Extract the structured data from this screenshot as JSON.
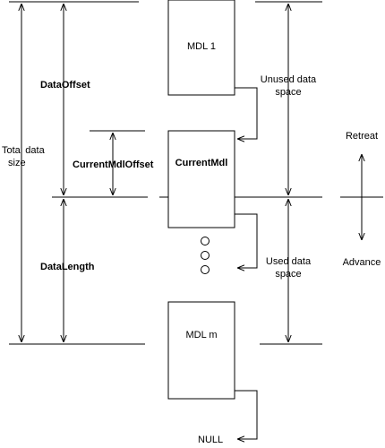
{
  "labels": {
    "data_offset": "DataOffset",
    "current_mdl_offset": "CurrentMdlOffset",
    "data_length": "DataLength",
    "total_data_size_line1": "Total data",
    "total_data_size_line2": "size",
    "unused_line1": "Unused data",
    "unused_line2": "space",
    "used_line1": "Used data",
    "used_line2": "space",
    "retreat": "Retreat",
    "advance": "Advance",
    "null": "NULL"
  },
  "boxes": {
    "mdl_first": "MDL 1",
    "mdl_current": "CurrentMdl",
    "mdl_last": "MDL m"
  }
}
